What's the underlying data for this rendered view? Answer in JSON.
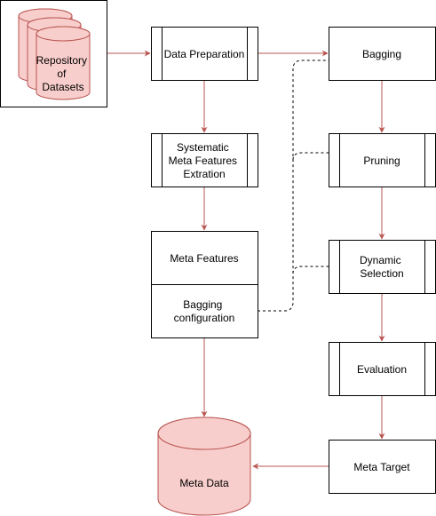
{
  "diagram": {
    "nodes": {
      "repository": {
        "lines": [
          "Repository",
          "of",
          "Datasets"
        ]
      },
      "data_preparation": {
        "lines": [
          "Data Preparation"
        ]
      },
      "systematic_meta_features": {
        "lines": [
          "Systematic",
          "Meta Features",
          "Extration"
        ]
      },
      "meta_features": {
        "lines": [
          "Meta Features"
        ]
      },
      "bagging_configuration": {
        "lines": [
          "Bagging",
          "configuration"
        ]
      },
      "meta_data": {
        "lines": [
          "Meta Data"
        ]
      },
      "bagging": {
        "lines": [
          "Bagging"
        ]
      },
      "pruning": {
        "lines": [
          "Pruning"
        ]
      },
      "dynamic_selection": {
        "lines": [
          "Dynamic",
          "Selection"
        ]
      },
      "evaluation": {
        "lines": [
          "Evaluation"
        ]
      },
      "meta_target": {
        "lines": [
          "Meta Target"
        ]
      }
    },
    "edges": [
      {
        "from": "repository",
        "to": "data_preparation",
        "style": "solid"
      },
      {
        "from": "data_preparation",
        "to": "bagging",
        "style": "solid"
      },
      {
        "from": "data_preparation",
        "to": "systematic_meta_features",
        "style": "solid"
      },
      {
        "from": "systematic_meta_features",
        "to": "meta_features",
        "style": "solid"
      },
      {
        "from": "bagging_configuration",
        "to": "meta_data",
        "style": "solid"
      },
      {
        "from": "bagging",
        "to": "pruning",
        "style": "solid"
      },
      {
        "from": "pruning",
        "to": "dynamic_selection",
        "style": "solid"
      },
      {
        "from": "dynamic_selection",
        "to": "evaluation",
        "style": "solid"
      },
      {
        "from": "evaluation",
        "to": "meta_target",
        "style": "solid"
      },
      {
        "from": "meta_target",
        "to": "meta_data",
        "style": "solid"
      },
      {
        "from": "bagging_configuration",
        "to": "bagging",
        "style": "dashed"
      },
      {
        "from": "bagging_configuration",
        "to": "pruning",
        "style": "dashed"
      },
      {
        "from": "bagging_configuration",
        "to": "dynamic_selection",
        "style": "dashed"
      }
    ],
    "colors": {
      "edge": "#b85450",
      "cylinder_fill": "#f8cecc",
      "cylinder_stroke": "#b85450",
      "box_stroke": "#000000",
      "dashed_edge": "#000000"
    }
  }
}
